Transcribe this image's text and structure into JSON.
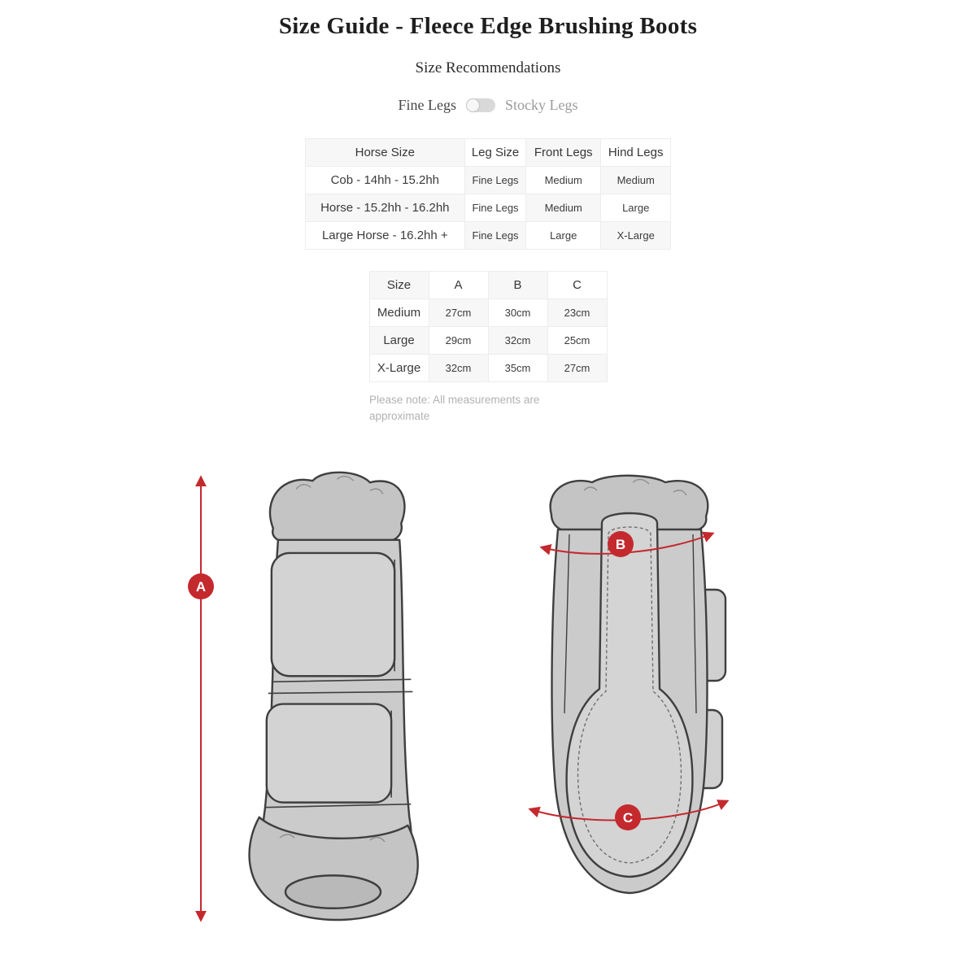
{
  "page": {
    "title": "Size Guide - Fleece Edge Brushing Boots",
    "subtitle": "Size Recommendations"
  },
  "toggle": {
    "left_label": "Fine Legs",
    "right_label": "Stocky Legs",
    "selected": "Fine Legs"
  },
  "size_table": {
    "headers": [
      "Horse Size",
      "Leg Size",
      "Front Legs",
      "Hind Legs"
    ],
    "rows": [
      [
        "Cob - 14hh - 15.2hh",
        "Fine Legs",
        "Medium",
        "Medium"
      ],
      [
        "Horse - 15.2hh - 16.2hh",
        "Fine Legs",
        "Medium",
        "Large"
      ],
      [
        "Large Horse - 16.2hh +",
        "Fine Legs",
        "Large",
        "X-Large"
      ]
    ]
  },
  "measure_table": {
    "headers": [
      "Size",
      "A",
      "B",
      "C"
    ],
    "rows": [
      [
        "Medium",
        "27cm",
        "30cm",
        "23cm"
      ],
      [
        "Large",
        "29cm",
        "32cm",
        "25cm"
      ],
      [
        "X-Large",
        "32cm",
        "35cm",
        "27cm"
      ]
    ]
  },
  "note": "Please note: All measurements are approximate",
  "diagram": {
    "labels": [
      "A",
      "B",
      "C"
    ],
    "accent_color": "#c4292e"
  }
}
